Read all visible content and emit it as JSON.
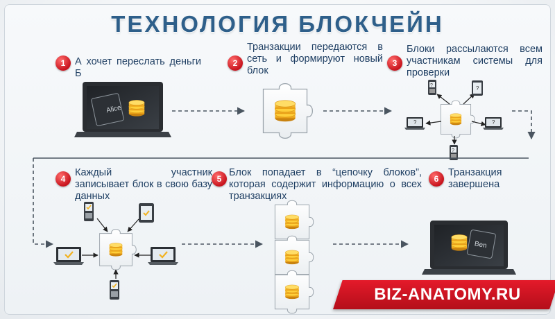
{
  "title": "ТЕХНОЛОГИЯ БЛОКЧЕЙН",
  "steps": [
    {
      "num": "1",
      "text": "А хочет переслать деньги Б"
    },
    {
      "num": "2",
      "text": "Транзакции передаются в сеть и формируют новый блок"
    },
    {
      "num": "3",
      "text": "Блоки рассылаются всем участникам системы для проверки"
    },
    {
      "num": "4",
      "text": "Каждый участник записывает блок в свою базу данных"
    },
    {
      "num": "5",
      "text": "Блок попадает в “цепочку блоков”, которая содержит информацию о всех транзакциях"
    },
    {
      "num": "6",
      "text": "Транзакция завершена"
    }
  ],
  "sender_label": "Alice",
  "receiver_label": "Ben",
  "unknown_mark": "?",
  "footer": "BIZ-ANATOMY.RU",
  "colors": {
    "title": "#2e5f8a",
    "text": "#1f3f63",
    "badge": "#c8141e",
    "coin": "#f2b21f",
    "footer": "#d3121f"
  }
}
